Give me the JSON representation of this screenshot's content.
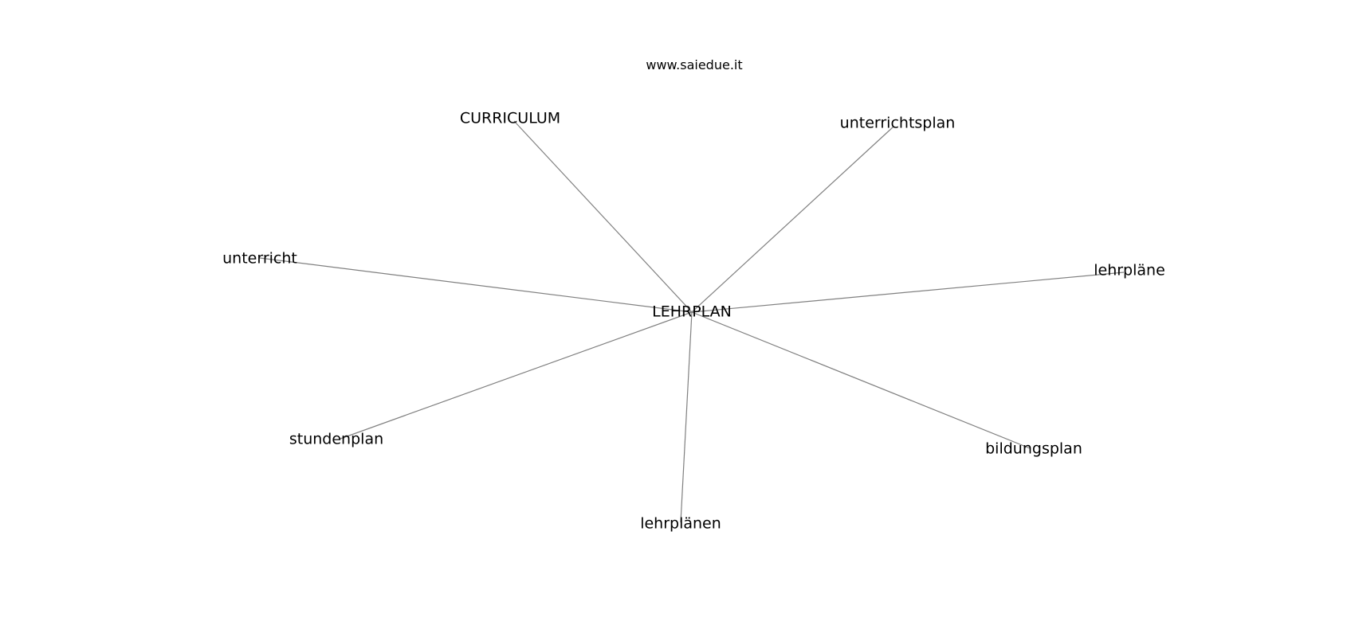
{
  "source": "www.saiedue.it",
  "center": {
    "label": "LEHRPLAN"
  },
  "related": [
    {
      "label": "CURRICULUM"
    },
    {
      "label": "unterrichtsplan"
    },
    {
      "label": "unterricht"
    },
    {
      "label": "lehrpläne"
    },
    {
      "label": "stundenplan"
    },
    {
      "label": "bildungsplan"
    },
    {
      "label": "lehrplänen"
    }
  ],
  "colors": {
    "edge": "#808080",
    "text": "#000000",
    "background": "#ffffff"
  }
}
